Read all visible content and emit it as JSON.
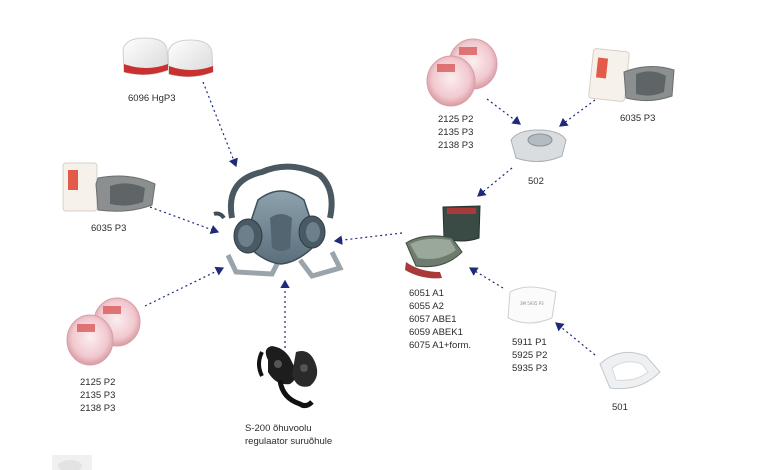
{
  "labels": {
    "hg_filter": "6096 HgP3",
    "left_6035": "6035 P3",
    "left_pad_lines": [
      "2125 P2",
      "2135 P3",
      "2138 P3"
    ],
    "regulator_lines": [
      "S-200 õhuvoolu",
      "regulaator suruõhule"
    ],
    "right_pad_lines": [
      "2125 P2",
      "2135 P3",
      "2138 P3"
    ],
    "right_6035": "6035 P3",
    "retainer_502": "502",
    "cartridge_lines": [
      "6051 A1",
      "6055 A2",
      "6057 ABE1",
      "6059 ABEK1",
      "6075 A1+form."
    ],
    "prefilter_lines": [
      "5911 P1",
      "5925 P2",
      "5935 P3"
    ],
    "retainer_501": "501"
  },
  "colors": {
    "arrow": "#1f2a7a",
    "mask_body": "#6f8594",
    "mask_dark": "#3f4e58",
    "pink_filter": "#e9b6bd",
    "red_band": "#c8312f",
    "cartridge_dark": "#3a4a44",
    "cartridge_red": "#a83a3a"
  }
}
